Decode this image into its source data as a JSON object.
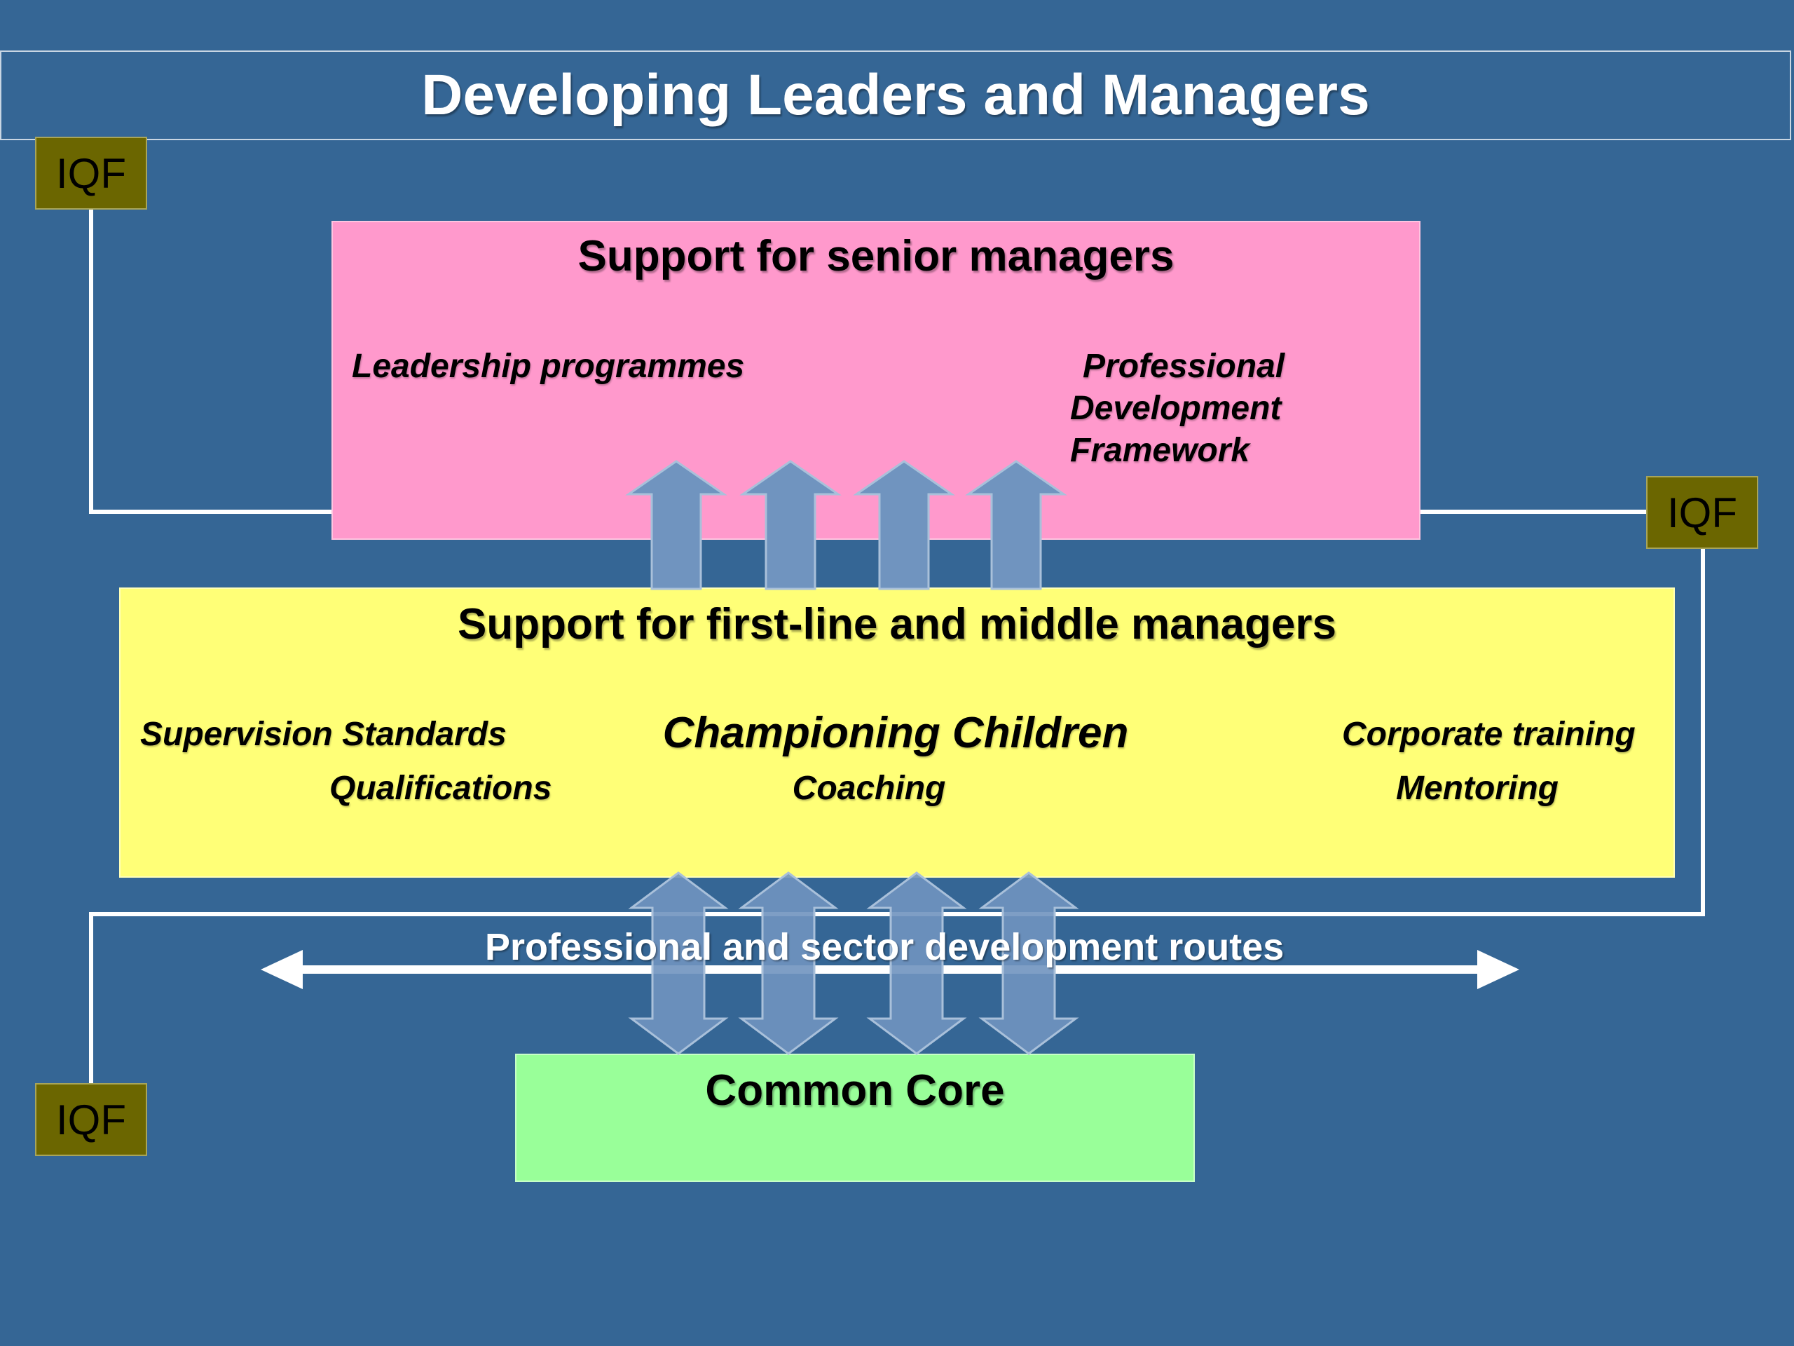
{
  "title": "Developing Leaders and Managers",
  "iqf_labels": [
    "IQF",
    "IQF",
    "IQF"
  ],
  "senior": {
    "heading": "Support for senior managers",
    "left_item": "Leadership programmes",
    "right_item_lines": [
      "Professional",
      "Development",
      "Framework"
    ]
  },
  "middle": {
    "heading": "Support for first-line and middle managers",
    "items": {
      "supervision": "Supervision Standards",
      "qualifications": "Qualifications",
      "championing": "Championing Children",
      "coaching": "Coaching",
      "corporate": "Corporate training",
      "mentoring": "Mentoring"
    }
  },
  "routes_label": "Professional and sector development routes",
  "core": {
    "heading": "Common Core"
  },
  "colors": {
    "background": "#356695",
    "senior_box": "#ff99cc",
    "middle_box": "#ffff77",
    "core_box": "#99ff99",
    "iqf_box": "#6b6600",
    "arrow": "#7094bf"
  }
}
